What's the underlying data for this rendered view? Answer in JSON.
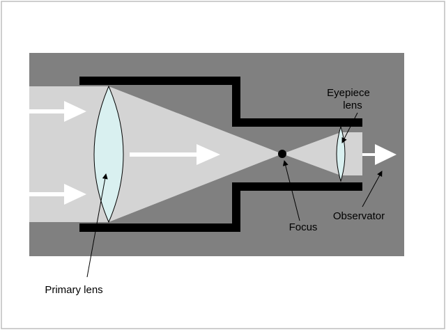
{
  "labels": {
    "eyepiece_line1": "Eyepiece",
    "eyepiece_line2": "lens",
    "focus": "Focus",
    "observer": "Observator",
    "primary_lens": "Primary lens"
  },
  "colors": {
    "frame_border": "#bdbdbd",
    "panel": "#808080",
    "light_beam": "#d4d4d4",
    "tube": "#000000",
    "lens_fill": "#d9f0f0",
    "arrow": "#ffffff",
    "pointer": "#000000"
  }
}
